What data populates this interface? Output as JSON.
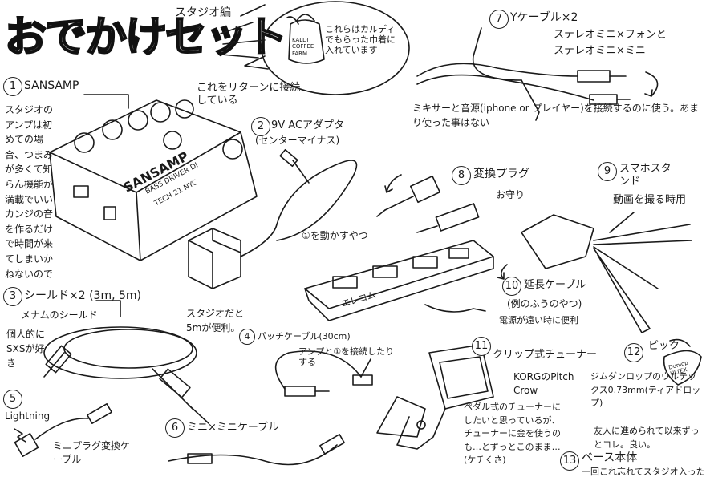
{
  "header": {
    "title": "おでかけセット",
    "subtitle": "スタジオ編",
    "bag_note": "これらはカルディでもらった巾着に入れています",
    "bag_label": "KALDI COFFEE FARM"
  },
  "items": [
    {
      "num": "1",
      "title": "SANSAMP",
      "note": "スタジオのアンプは初めての場合、つまみが多くて知らん機能が満載でいいカンジの音を作るだけで時間が来てしまいかねないので",
      "note2": "これをリターンに接続している"
    },
    {
      "num": "2",
      "title": "9V ACアダプタ",
      "note": "(センターマイナス)",
      "note2": "①を動かすやつ"
    },
    {
      "num": "3",
      "title": "シールド×2 (3m, 5m)",
      "note": "メナムのシールド",
      "note2": "個人的にSXSが好き",
      "note3": "スタジオだと5mが便利。"
    },
    {
      "num": "4",
      "title": "パッチケーブル(30cm)",
      "note": "アンプと①を接続したりする"
    },
    {
      "num": "5",
      "title": "Lightning",
      "note": "ミニプラグ変換ケーブル"
    },
    {
      "num": "6",
      "title": "ミニ×ミニケーブル"
    },
    {
      "num": "7",
      "title": "Yケーブル×2",
      "note": "ステレオミニ×フォンと",
      "note2": "ステレオミニ×ミニ",
      "note3": "ミキサーと音源(iphone or プレイヤー)を接続するのに使う。あまり使った事はない"
    },
    {
      "num": "8",
      "title": "変換プラグ",
      "note": "お守り"
    },
    {
      "num": "9",
      "title": "スマホスタンド",
      "note": "動画を撮る時用"
    },
    {
      "num": "10",
      "title": "延長ケーブル",
      "note": "(例のふうのやつ)",
      "note2": "電源が遠い時に便利"
    },
    {
      "num": "11",
      "title": "クリップ式チューナー",
      "note": "KORGのPitch Crow",
      "note2": "ペダル式のチューナーにしたいと思っているが、チューナーに金を使うのも…とずっとこのまま…(ケチくさ)"
    },
    {
      "num": "12",
      "title": "ピック",
      "note": "ジムダンロップのウルテックス0.73mm(ティアドロップ)",
      "note2": "友人に進められて以来ずっとコレ。良い。",
      "pick_label": "Dunlop ULTEX"
    },
    {
      "num": "13",
      "title": "ベース本体",
      "note": "一回これ忘れてスタジオ入った"
    }
  ],
  "device_labels": {
    "sansamp": "SANSAMP",
    "sansamp_sub": "BASS DRIVER DI",
    "sansamp_brand": "TECH 21 NYC",
    "power_strip": "エレコム"
  }
}
